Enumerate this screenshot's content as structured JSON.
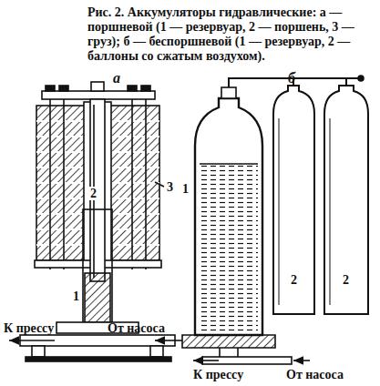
{
  "diagram": {
    "caption": "Рис. 2. Аккумуляторы гидравлические: а — поршневой (1 — резервуар, 2 — поршень, 3 — груз); б — беспоршневой (1 — резервуар, 2 — баллоны со сжатым воздухом).",
    "labels": [
      "а",
      "2",
      "3",
      "1",
      "К прессу",
      "От насоса",
      "б",
      "1",
      "2",
      "2",
      "К прессу",
      "От насоса"
    ]
  }
}
